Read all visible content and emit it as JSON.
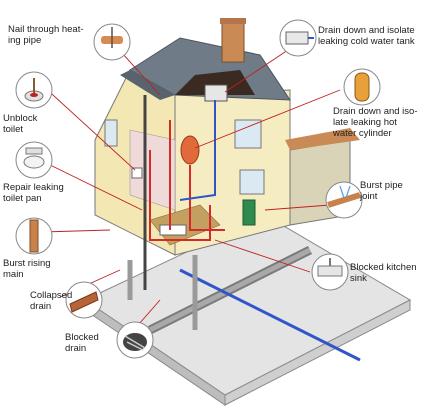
{
  "callouts": {
    "nail": "Nail through heat-\ning pipe",
    "unblock": "Unblock\ntoilet",
    "repair": "Repair leaking\ntoilet pan",
    "burst_main": "Burst rising\nmain",
    "collapsed": "Collapsed\ndrain",
    "blocked_drain": "Blocked\ndrain",
    "cold_tank": "Drain down and isolate\nleaking cold water tank",
    "hot_cyl": "Drain down and iso-\nlate leaking hot\nwater cylinder",
    "burst_joint": "Burst pipe\njoint",
    "kitchen_sink": "Blocked kitchen\nsink"
  },
  "colors": {
    "hot_pipe": "#d42a2a",
    "cold_pipe": "#2f56c8",
    "wall": "#f3e7b4",
    "roof": "#6f7b86",
    "brick": "#c98a55",
    "door": "#2f8a4e",
    "ground": "#e7e7e7"
  }
}
